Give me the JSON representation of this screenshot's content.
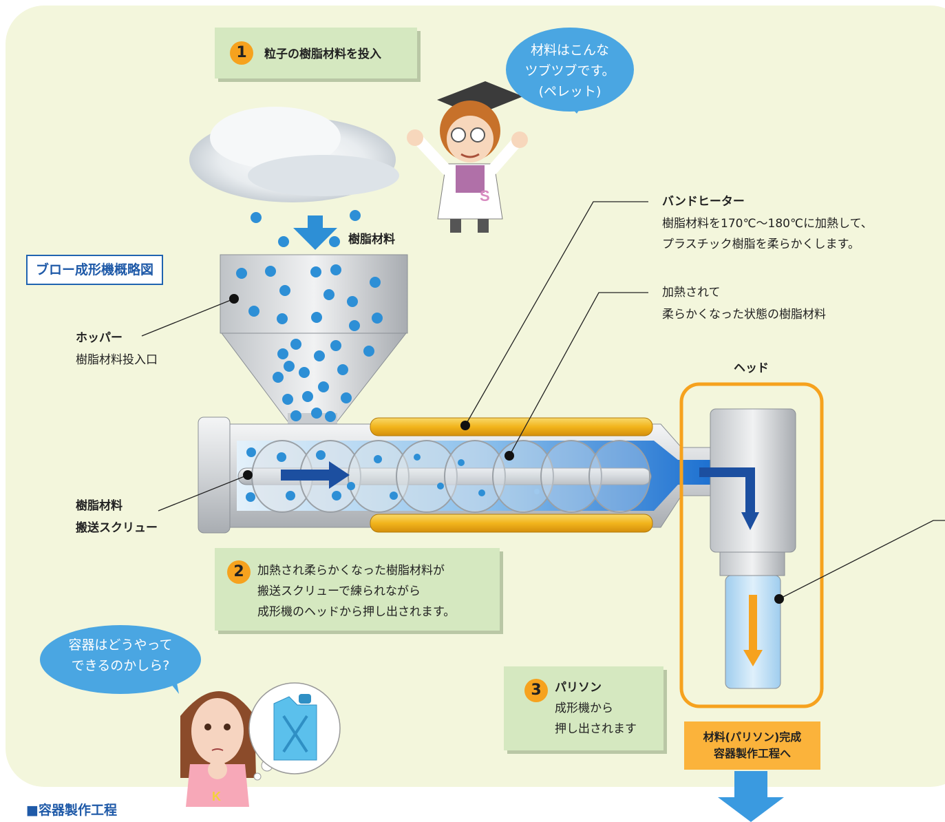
{
  "title_box": "ブロー成形機概略図",
  "section_heading": "■容器製作工程",
  "step1": {
    "num": "1",
    "text": "粒子の樹脂材料を投入"
  },
  "step2": {
    "num": "2",
    "lines": [
      "加熱され柔らかくなった樹脂材料が",
      "搬送スクリューで練られながら",
      "成形機のヘッドから押し出されます。"
    ]
  },
  "step3": {
    "num": "3",
    "title": "パリソン",
    "lines": [
      "成形機から",
      "押し出されます"
    ]
  },
  "bubble_professor": {
    "lines": [
      "材料はこんな",
      "ツブツブです。",
      "(ペレット)"
    ]
  },
  "bubble_girl": {
    "lines": [
      "容器はどうやって",
      "できるのかしら?"
    ]
  },
  "labels": {
    "resin_material": "樹脂材料",
    "hopper_title": "ホッパー",
    "hopper_desc": "樹脂材料投入口",
    "screw_line1": "樹脂材料",
    "screw_line2": "搬送スクリュー",
    "band_heater_title": "バンドヒーター",
    "band_heater_line1": "樹脂材料を170℃〜180℃に加熱して、",
    "band_heater_line2": "プラスチック樹脂を柔らかくします。",
    "heated_line1": "加熱されて",
    "heated_line2": "柔らかくなった状態の樹脂材料",
    "head": "ヘッド"
  },
  "callout_bottom": {
    "lines": [
      "材料(パリソン)完成",
      "容器製作工程へ"
    ]
  },
  "character_letters": {
    "professor": "S",
    "girl": "K"
  },
  "colors": {
    "panel": "#f3f6dc",
    "step_box": "#d5e8c0",
    "accent_orange": "#f6a21e",
    "bubble_blue": "#4aa6e2",
    "title_blue": "#1f5aa8",
    "heater_yellow": "#f2c12e"
  }
}
